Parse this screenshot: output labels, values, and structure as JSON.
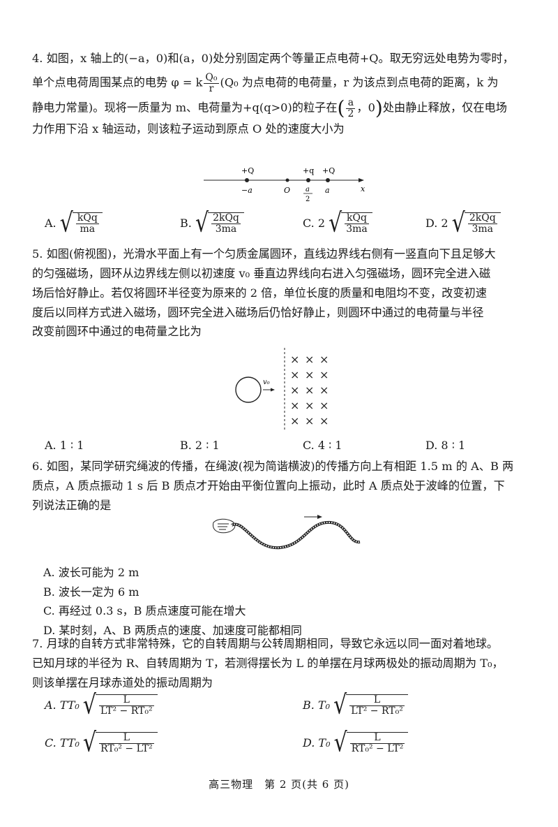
{
  "q4": {
    "line1": "4. 如图，x 轴上的(−a，0)和(a，0)处分别固定两个等量正点电荷+Q。取无穷远处电势为零时，",
    "line2a": "单个点电荷周围某点的电势 φ = k",
    "line2_frac_num": "Q₀",
    "line2_frac_den": "r",
    "line2b": "(Q₀ 为点电荷的电荷量，r 为该点到点电荷的距离，k 为",
    "line3a": "静电力常量)。现将一质量为 m、电荷量为+q(q>0)的粒子在",
    "line3_frac_num": "a",
    "line3_frac_den": "2",
    "line3b": "，0",
    "line3c": "处由静止释放，仅在电场",
    "line4": "力作用下沿 x 轴运动，则该粒子运动到原点 O 处的速度大小为",
    "fig": {
      "charge_left": "+Q",
      "charge_mid": "+q",
      "charge_right": "+Q",
      "tick_neg_a": "−a",
      "tick_o": "O",
      "tick_half_num": "a",
      "tick_half_den": "2",
      "tick_a": "a",
      "axis": "x"
    },
    "choices": {
      "a_label": "A.",
      "a_num": "kQq",
      "a_den": "ma",
      "b_label": "B.",
      "b_num": "2kQq",
      "b_den": "3ma",
      "c_label": "C. 2",
      "c_num": "kQq",
      "c_den": "3ma",
      "d_label": "D. 2",
      "d_num": "2kQq",
      "d_den": "3ma"
    }
  },
  "q5": {
    "line1": "5. 如图(俯视图)，光滑水平面上有一个匀质金属圆环，直线边界线右侧有一竖直向下且足够大",
    "line2": "的匀强磁场，圆环从边界线左侧以初速度 v₀ 垂直边界线向右进入匀强磁场，圆环完全进入磁",
    "line3": "场后恰好静止。若仅将圆环半径变为原来的 2 倍，单位长度的质量和电阻均不变，改变初速",
    "line4": "度后以同样方式进入磁场，圆环完全进入磁场后仍恰好静止，则圆环中通过的电荷量与半径",
    "line5": "改变前圆环中通过的电荷量之比为",
    "fig_v0": "v₀",
    "choices": {
      "a": "A. 1 ∶ 1",
      "b": "B. 2 ∶ 1",
      "c": "C. 4 ∶ 1",
      "d": "D. 8 ∶ 1"
    }
  },
  "q6": {
    "line1": "6. 如图，某同学研究绳波的传播，在绳波(视为简谐横波)的传播方向上有相距 1.5 m 的 A、B 两",
    "line2": "质点，A 质点振动 1 s 后 B 质点才开始由平衡位置向上振动，此时 A 质点处于波峰的位置，下",
    "line3": "列说法正确的是",
    "options": [
      "A. 波长可能为 2 m",
      "B. 波长一定为 6 m",
      "C. 再经过 0.3 s，B 质点速度可能在增大",
      "D. 某时刻，A、B 两质点的速度、加速度可能都相同"
    ]
  },
  "q7": {
    "line1": "7. 月球的自转方式非常特殊，它的自转周期与公转周期相同，导致它永远以同一面对着地球。",
    "line2": "已知月球的半径为 R、自转周期为 T，若测得摆长为 L 的单摆在月球两极处的振动周期为 T₀，",
    "line3": "则该单摆在月球赤道处的振动周期为",
    "choices": {
      "a_label": "A. TT₀",
      "a_num": "L",
      "a_den": "LT² − RT₀²",
      "b_label": "B. T₀",
      "b_num": "L",
      "b_den": "LT² − RT₀²",
      "c_label": "C. TT₀",
      "c_num": "L",
      "c_den": "RT₀² − LT²",
      "d_label": "D. T₀",
      "d_num": "L",
      "d_den": "RT₀² − LT²"
    }
  },
  "footer": "高三物理　第 2 页(共 6 页)"
}
